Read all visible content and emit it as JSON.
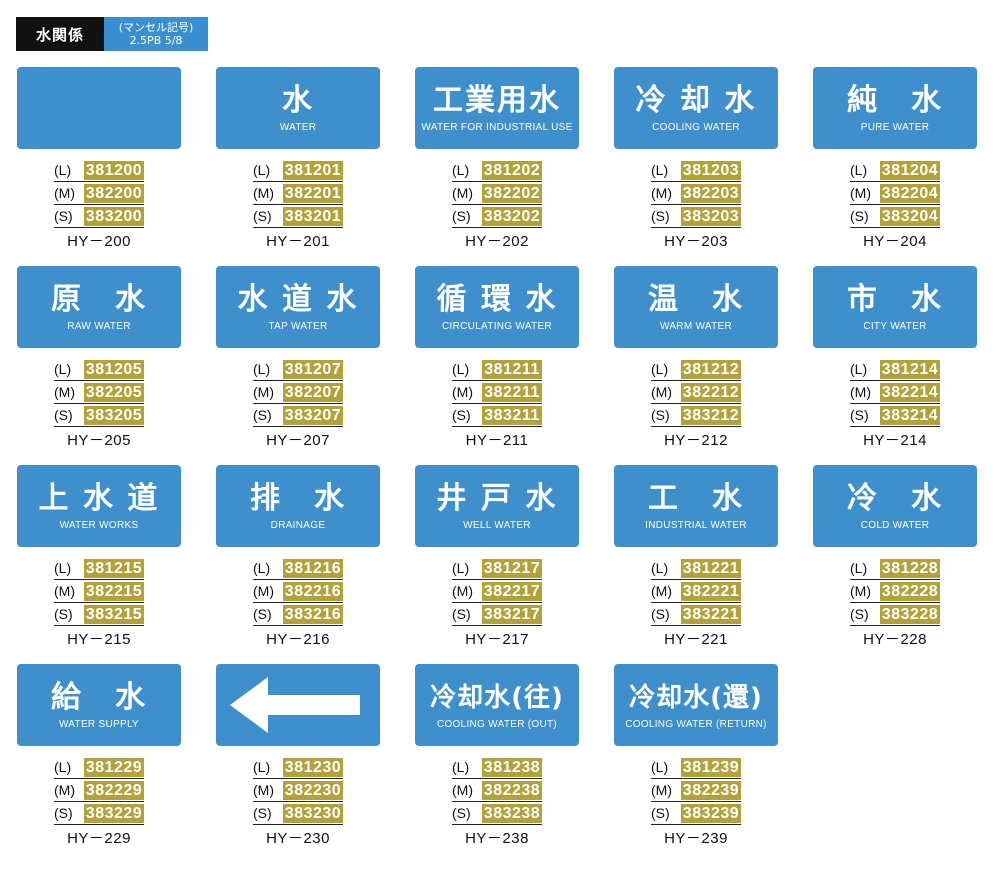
{
  "header": {
    "title": "水関係",
    "munsell_line1": "(マンセル記号)",
    "munsell_line2": "2.5PB  5/8"
  },
  "colors": {
    "sign_blue": "#3f8fcd",
    "code_gold": "#b3a23a",
    "header_black": "#111111",
    "header_blue": "#3b8fd0"
  },
  "size_labels": {
    "L": "(L)",
    "M": "(M)",
    "S": "(S)"
  },
  "items": [
    {
      "jp": "",
      "en": "",
      "L": "381200",
      "M": "382200",
      "S": "383200",
      "model": "HY－200"
    },
    {
      "jp": "水",
      "en": "WATER",
      "L": "381201",
      "M": "382201",
      "S": "383201",
      "model": "HY－201"
    },
    {
      "jp": "工業用水",
      "en": "WATER FOR INDUSTRIAL USE",
      "L": "381202",
      "M": "382202",
      "S": "383202",
      "model": "HY－202"
    },
    {
      "jp": "冷 却 水",
      "en": "COOLING WATER",
      "L": "381203",
      "M": "382203",
      "S": "383203",
      "model": "HY－203"
    },
    {
      "jp": "純　水",
      "en": "PURE WATER",
      "L": "381204",
      "M": "382204",
      "S": "383204",
      "model": "HY－204"
    },
    {
      "jp": "原　水",
      "en": "RAW WATER",
      "L": "381205",
      "M": "382205",
      "S": "383205",
      "model": "HY－205"
    },
    {
      "jp": "水 道 水",
      "en": "TAP WATER",
      "L": "381207",
      "M": "382207",
      "S": "383207",
      "model": "HY－207"
    },
    {
      "jp": "循 環 水",
      "en": "CIRCULATING WATER",
      "L": "381211",
      "M": "382211",
      "S": "383211",
      "model": "HY－211"
    },
    {
      "jp": "温　水",
      "en": "WARM WATER",
      "L": "381212",
      "M": "382212",
      "S": "383212",
      "model": "HY－212"
    },
    {
      "jp": "市　水",
      "en": "CITY WATER",
      "L": "381214",
      "M": "382214",
      "S": "383214",
      "model": "HY－214"
    },
    {
      "jp": "上 水 道",
      "en": "WATER WORKS",
      "L": "381215",
      "M": "382215",
      "S": "383215",
      "model": "HY－215"
    },
    {
      "jp": "排　水",
      "en": "DRAINAGE",
      "L": "381216",
      "M": "382216",
      "S": "383216",
      "model": "HY－216"
    },
    {
      "jp": "井 戸 水",
      "en": "WELL WATER",
      "L": "381217",
      "M": "382217",
      "S": "383217",
      "model": "HY－217"
    },
    {
      "jp": "工　水",
      "en": "INDUSTRIAL WATER",
      "L": "381221",
      "M": "382221",
      "S": "383221",
      "model": "HY－221"
    },
    {
      "jp": "冷　水",
      "en": "COLD WATER",
      "L": "381228",
      "M": "382228",
      "S": "383228",
      "model": "HY－228"
    },
    {
      "jp": "給　水",
      "en": "WATER SUPPLY",
      "L": "381229",
      "M": "382229",
      "S": "383229",
      "model": "HY－229"
    },
    {
      "jp": "",
      "en": "",
      "icon": "left-arrow-icon",
      "L": "381230",
      "M": "382230",
      "S": "383230",
      "model": "HY－230"
    },
    {
      "jp": "冷却水(往)",
      "en": "COOLING WATER (OUT)",
      "L": "381238",
      "M": "382238",
      "S": "383238",
      "model": "HY－238"
    },
    {
      "jp": "冷却水(還)",
      "en": "COOLING WATER (RETURN)",
      "L": "381239",
      "M": "382239",
      "S": "383239",
      "model": "HY－239"
    }
  ]
}
